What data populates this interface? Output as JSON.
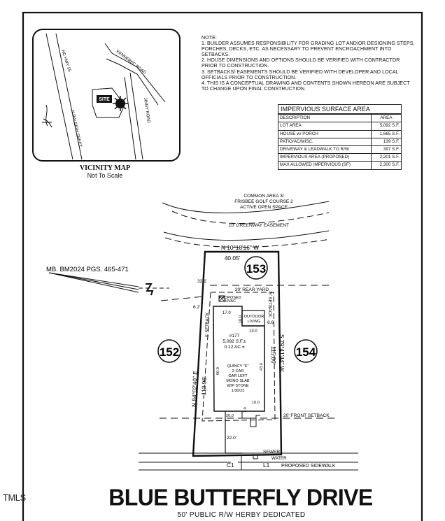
{
  "notes": {
    "header": "NOTE:",
    "items": [
      "1. BUILDER ASSUMES RESPONSIBILITY FOR GRADING LOT AND/OR DESIGNING STEPS, PORCHES, DECKS, ETC. AS NECESSARY TO PREVENT ENCROACHMENT INTO SETBACKS.",
      "2. HOUSE DIMENSIONS AND OPTIONS SHOULD BE VERIFIED WITH CONTRACTOR PRIOR TO CONSTRUCTION.",
      "3. SETBACKS/ EASEMENTS SHOULD BE VERIFIED WITH DEVELOPER AND LOCAL OFFICIALS PRIOR TO CONSTRUCTION.",
      "4. THIS IS A CONCEPTUAL DRAWING AND CONTENTS SHOWN HEREON ARE SUBJECT TO CHANGE UPON FINAL CONSTRUCTION."
    ]
  },
  "impervious": {
    "title": "IMPERVIOUS SURFACE AREA",
    "col_desc": "DESCRIPTION",
    "col_area": "AREA",
    "rows": [
      {
        "desc": "LOT AREA",
        "area": "5,092 S.F."
      },
      {
        "desc": "HOUSE w/ PORCH",
        "area": "1,665 S.F."
      },
      {
        "desc": "PATIO/AC/MISC.",
        "area": "139 S.F."
      },
      {
        "desc": "DRIVEWAY & LEADWALK TO R/W",
        "area": "397 S.F."
      },
      {
        "desc": "IMPERVIOUS AREA (PROPOSED)",
        "area": "2,201 S.F."
      },
      {
        "desc": "MAX ALLOWED IMPERVIOUS (SF)",
        "area": "2,300 S.F."
      }
    ]
  },
  "vicinity": {
    "title": "VICINITY MAP",
    "subtitle": "Not To Scale",
    "roads": {
      "hwy": "NC HWY 55",
      "kennebec": "KENNEBEC ROAD",
      "jinny": "JINNY ROAD",
      "raleigh": "N RALEIGH SREET"
    },
    "site": "SITE"
  },
  "plat": {
    "common_area": [
      "COMMON AREA 3/",
      "FRISBEE GOLF COURSE 2",
      "ACTIVE OPEN SPACE"
    ],
    "greenway": "10' GREENWAY EASEMENT",
    "north_bearing": "N 10°18'16\" W",
    "north_dist": "40.05'",
    "lot": "153",
    "left_lot": "152",
    "right_lot": "154",
    "mb": "MB. BM2024 PGS. 465-471",
    "north_arrow": "N",
    "rear_yard": "20' REAR YARD",
    "left_dim_top": "32.1'",
    "left_offset": "6.2'",
    "right_offset": "6.6'",
    "hvac": [
      "PROPOSED",
      "HVAC"
    ],
    "left_setback": "5' SETBACK",
    "right_setback": "5' SETBACK",
    "dim_17": "17.0",
    "dim_13": "13.0",
    "dim_10a": "10.0",
    "outdoor": [
      "OUTDOOR",
      "LIVING"
    ],
    "lot_info": [
      "#177",
      "5,092 S.F.±",
      "0.12 AC.±"
    ],
    "left_bearing": "N 84°02'40\" E",
    "left_dist": "113.96'",
    "right_bearing": "S 79°41'44\" W",
    "right_dist": "115.00'",
    "dim_60": "60.0",
    "dim_43": "43.0",
    "house": [
      "QUINCY \"E\"",
      "2-CAR",
      "GAR LEFT",
      "MONO SLAB",
      "W/P STONE",
      "1/30/23"
    ],
    "dim_10b": "10.0",
    "dim_7": "7.0",
    "dim_20": "20.0",
    "front_setback": "20' FRONT SETBACK",
    "drive": "22.0'",
    "sewer": "SEWER",
    "water": "WATER",
    "c1": "C1",
    "l1": "L1",
    "sidewalk": "PROPOSED SIDEWALK"
  },
  "street": {
    "name": "BLUE BUTTERFLY DRIVE",
    "sub": "50' PUBLIC R/W HERBY DEDICATED"
  },
  "watermark": "TMLS"
}
